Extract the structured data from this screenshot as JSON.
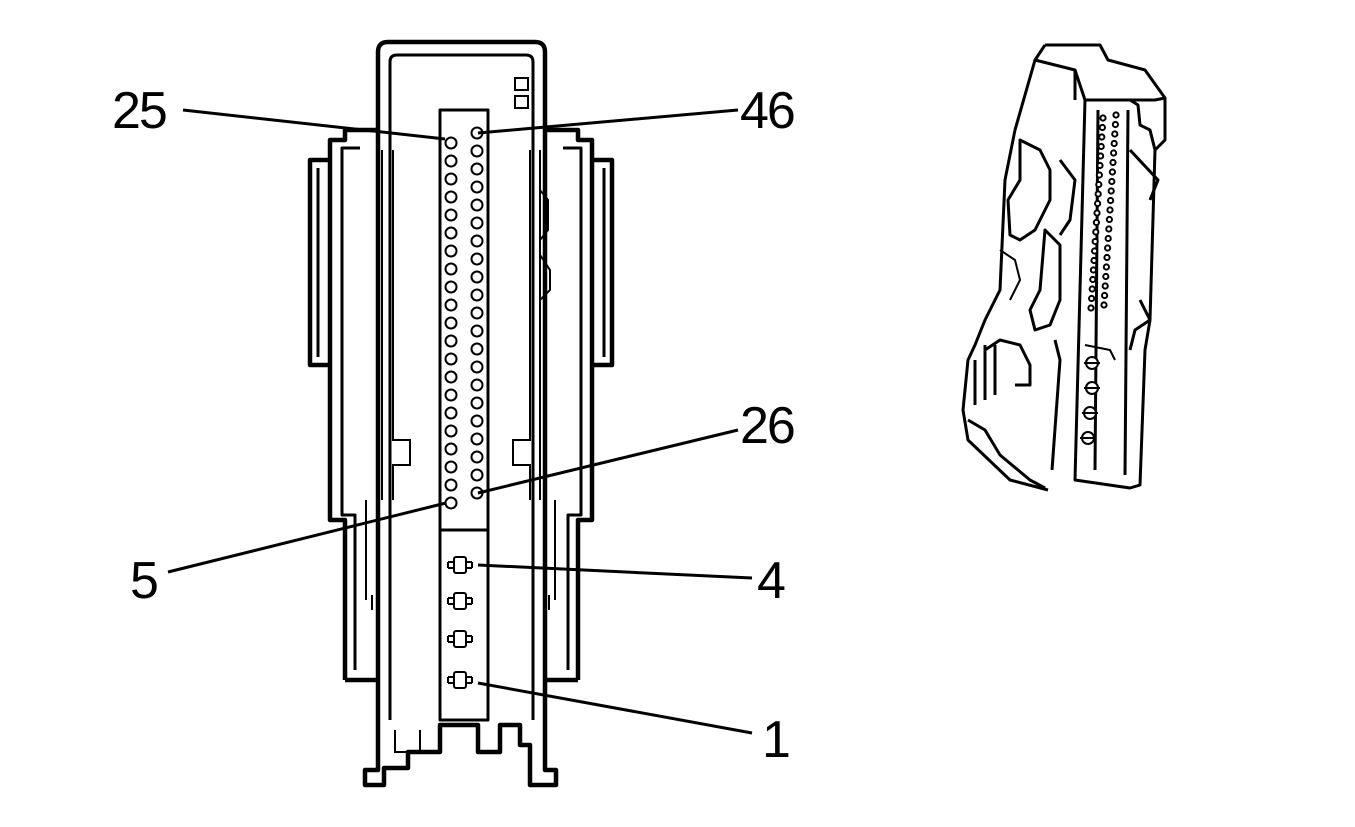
{
  "diagram": {
    "pin_callouts": [
      {
        "id": "pin-25",
        "label": "25"
      },
      {
        "id": "pin-46",
        "label": "46"
      },
      {
        "id": "pin-26",
        "label": "26"
      },
      {
        "id": "pin-5",
        "label": "5"
      },
      {
        "id": "pin-4",
        "label": "4"
      },
      {
        "id": "pin-1",
        "label": "1"
      }
    ],
    "signal_pin_rows": {
      "left_row_count": 21,
      "right_row_count": 21
    },
    "power_terminal_count": 4
  }
}
